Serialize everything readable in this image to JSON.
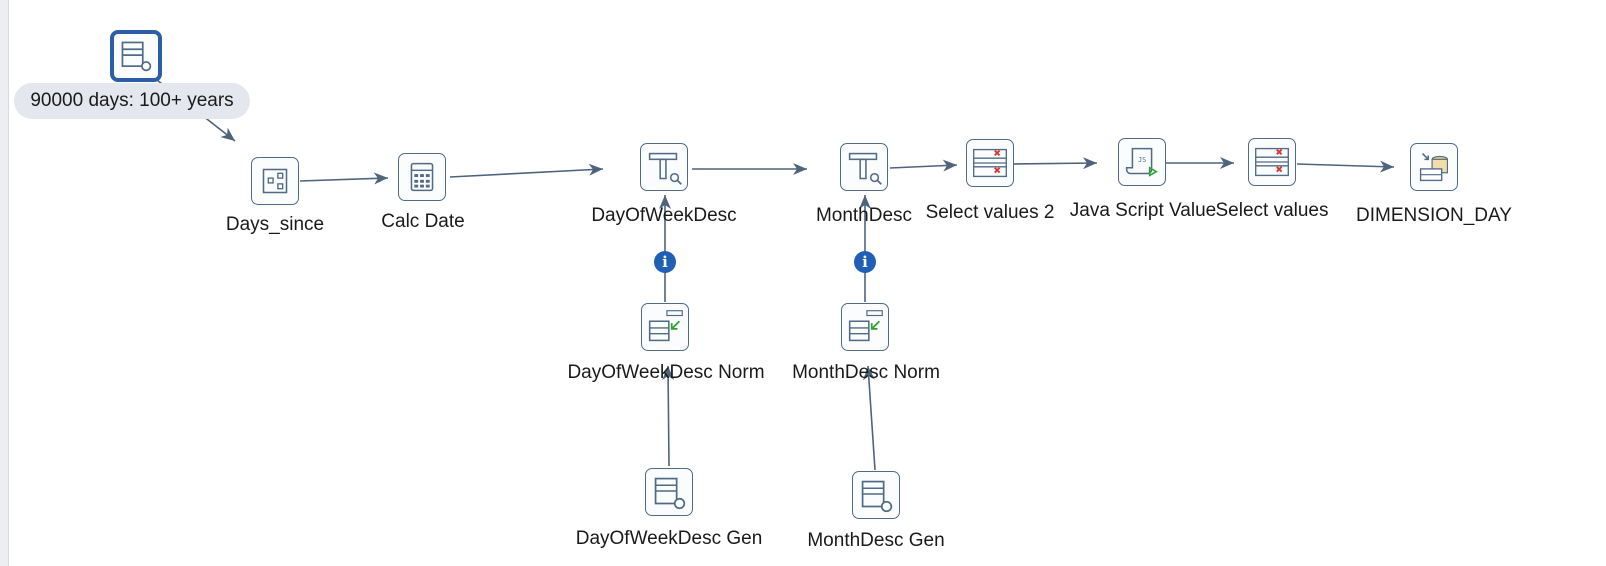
{
  "note": {
    "text": "90000 days: 100+ years"
  },
  "steps": {
    "generate_rows": {
      "icon": "generate-rows-icon"
    },
    "days_since": {
      "label": "Days_since",
      "icon": "add-sequence-icon"
    },
    "calc_date": {
      "label": "Calc Date",
      "icon": "calculator-icon"
    },
    "dayofweekdesc": {
      "label": "DayOfWeekDesc",
      "icon": "stream-lookup-icon"
    },
    "monthdesc": {
      "label": "MonthDesc",
      "icon": "stream-lookup-icon"
    },
    "select_values_2": {
      "label": "Select values 2",
      "icon": "select-values-icon"
    },
    "java_script_value": {
      "label": "Java Script Value",
      "icon": "javascript-icon"
    },
    "select_values": {
      "label": "Select values",
      "icon": "select-values-icon"
    },
    "dimension_day": {
      "label": "DIMENSION_DAY",
      "icon": "table-output-icon"
    },
    "dayofweekdesc_norm": {
      "label": "DayOfWeekDesc Norm",
      "icon": "row-normaliser-icon"
    },
    "monthdesc_norm": {
      "label": "MonthDesc Norm",
      "icon": "row-normaliser-icon"
    },
    "dayofweekdesc_gen": {
      "label": "DayOfWeekDesc Gen",
      "icon": "generate-rows-icon"
    },
    "monthdesc_gen": {
      "label": "MonthDesc Gen",
      "icon": "generate-rows-icon"
    }
  },
  "info_badge": {
    "text": "i"
  },
  "colors": {
    "hop": "#4e647c",
    "step_border": "#4f6b86",
    "selected_border": "#2a5fa8",
    "info": "#1f5fb5",
    "note_bg": "#e4e8ee"
  }
}
